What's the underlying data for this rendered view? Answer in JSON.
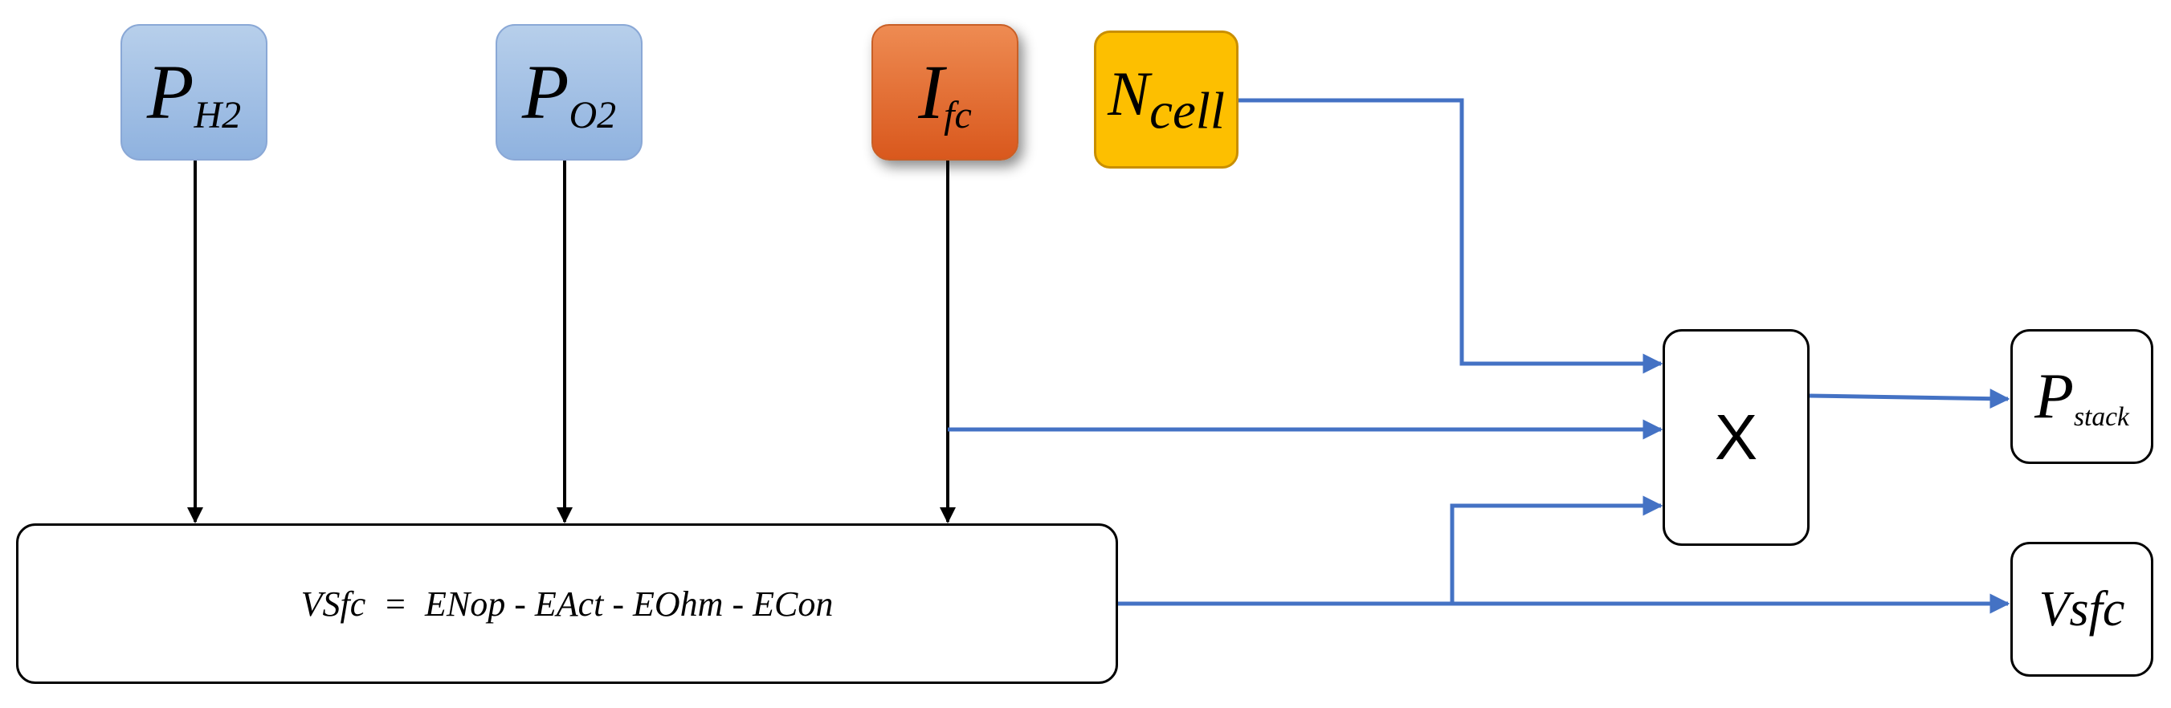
{
  "nodes": {
    "ph2": {
      "main": "P",
      "sub": "H2"
    },
    "po2": {
      "main": "P",
      "sub": "O2"
    },
    "ifc": {
      "main": "I",
      "sub": "fc"
    },
    "ncell": {
      "main": "N",
      "sub": "cell"
    },
    "equation": {
      "text": "VSfc  =  ENop - EAct - EOhm - ECon"
    },
    "multiplier": {
      "label": "X"
    },
    "pstack": {
      "main": "P",
      "sub": "stack"
    },
    "vsfc": {
      "label": "Vsfc"
    }
  },
  "colors": {
    "input_pressure": "#9dbbe3",
    "input_current": "#e8702f",
    "input_cells": "#fdbf00",
    "wire_black": "#000000",
    "wire_blue": "#4472c4"
  }
}
